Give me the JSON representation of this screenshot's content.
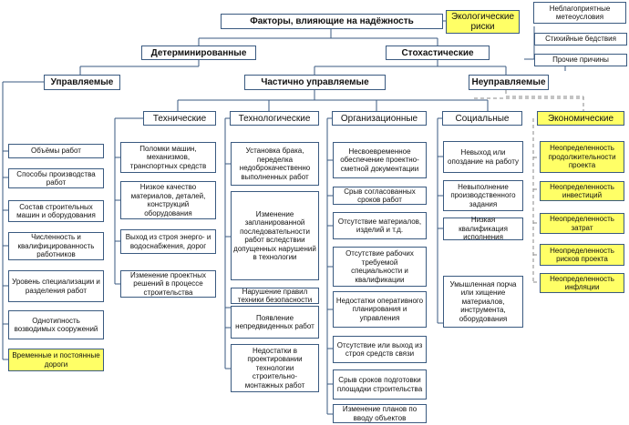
{
  "diagram": {
    "title": "Факторы, влияющие на надёжность",
    "ecology": "Экологические риски",
    "weather": "Неблагоприятные метеоусловия",
    "disasters": "Стихийные бедствия",
    "other_causes": "Прочие причины",
    "deterministic": "Детерминированные",
    "stochastic": "Стохастические",
    "controlled": "Управляемые",
    "partially_controlled": "Частично управляемые",
    "uncontrolled": "Неуправляемые",
    "categories": {
      "technical": "Технические",
      "technological": "Технологические",
      "organizational": "Организационные",
      "social": "Социальные",
      "economic": "Экономические"
    },
    "controlled_items": [
      "Объёмы работ",
      "Способы производства работ",
      "Состав строительных машин и оборудования",
      "Численность и квалифицированность работников",
      "Уровень специализации и разделения работ",
      "Однотипность возводимых сооружений",
      "Временные и постоянные дороги"
    ],
    "technical_items": [
      "Поломки машин, механизмов, транспортных средств",
      "Низкое качество материалов, деталей, конструкций оборудования",
      "Выход из строя энерго- и водоснабжения, дорог",
      "Изменение проектных решений в процессе строительства"
    ],
    "technological_items": [
      "Установка брака, переделка недоброкачественно выполненных работ",
      "Изменение запланированной последовательности работ вследствии допущенных нарушений в технологии",
      "Нарушение правил техники безопасности",
      "Появление непредвиденных работ",
      "Недостатки в проектировании технологии строительно-монтажных работ"
    ],
    "organizational_items": [
      "Несвоевременное обеспечение проектно-сметной документации",
      "Срыв согласованных сроков работ",
      "Отсутствие материалов, изделий и т.д.",
      "Отсутствие рабочих требуемой специальности и квалификации",
      "Недостатки оперативного планирования и управления",
      "Отсутствие или выход из строя средств связи",
      "Срыв сроков подготовки площадки строительства",
      "Изменение планов по вводу объектов"
    ],
    "social_items": [
      "Невыход или опоздание на работу",
      "Невыполнение производственного задания",
      "Низкая квалификация исполнения",
      "Умышленная порча или хищение материалов, инструмента, оборудования"
    ],
    "economic_items": [
      "Неопределенность продолжительности проекта",
      "Неопределенность инвестиций",
      "Неопределенность затрат",
      "Неопределенность рисков проекта",
      "Неопределенность инфляции"
    ],
    "colors": {
      "line": "#3a5a80",
      "highlight": "#ffff66",
      "dashed": "#8a8a8a"
    }
  }
}
